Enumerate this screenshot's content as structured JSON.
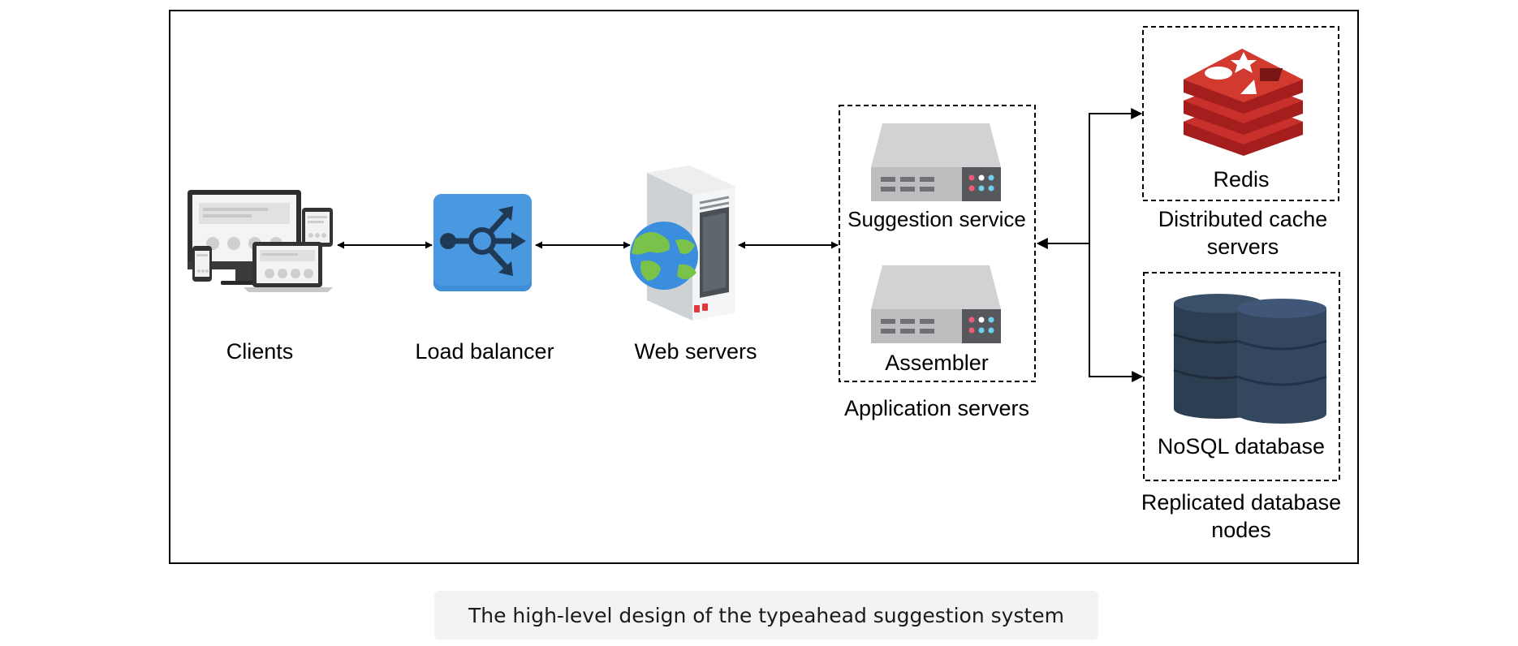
{
  "diagram": {
    "nodes": {
      "clients": {
        "label": "Clients",
        "icon": "devices-icon"
      },
      "load_balancer": {
        "label": "Load balancer",
        "icon": "load-balancer-icon"
      },
      "web_servers": {
        "label": "Web servers",
        "icon": "web-server-icon"
      },
      "suggestion_service": {
        "label": "Suggestion service",
        "icon": "server-rack-icon"
      },
      "assembler": {
        "label": "Assembler",
        "icon": "server-rack-icon"
      },
      "redis": {
        "label": "Redis",
        "icon": "redis-icon"
      },
      "nosql": {
        "label": "NoSQL database",
        "icon": "database-icon"
      }
    },
    "groups": {
      "application_servers": {
        "label": "Application servers"
      },
      "cache": {
        "label_line1": "Distributed cache",
        "label_line2": "servers"
      },
      "replicated_db": {
        "label_line1": "Replicated database",
        "label_line2": "nodes"
      }
    },
    "edges": [
      {
        "from": "clients",
        "to": "load_balancer",
        "direction": "both"
      },
      {
        "from": "load_balancer",
        "to": "web_servers",
        "direction": "both"
      },
      {
        "from": "web_servers",
        "to": "application_servers",
        "direction": "both"
      },
      {
        "from": "application_servers",
        "to": "cache",
        "direction": "both"
      },
      {
        "from": "application_servers",
        "to": "replicated_db",
        "direction": "both"
      }
    ]
  },
  "caption": "The high-level design of the typeahead suggestion system",
  "colors": {
    "redis_red": "#c7302b",
    "db_navy": "#33475f",
    "lb_blue": "#4a99e0",
    "server_gray": "#cfd0d2"
  }
}
